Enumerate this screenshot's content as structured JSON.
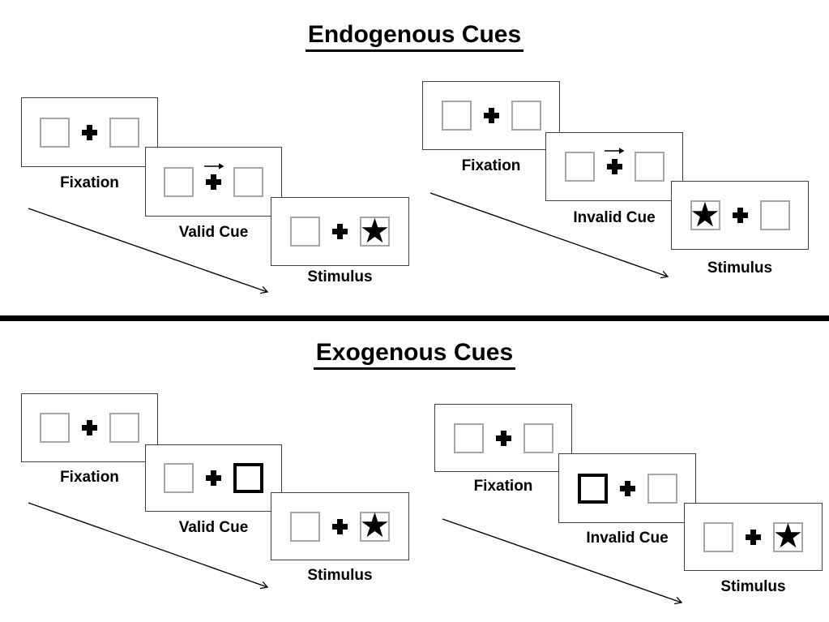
{
  "sections": [
    {
      "title": "Endogenous Cues",
      "sequences": [
        {
          "type": "valid",
          "cue_style": "central-arrow-right",
          "target_side": "right",
          "panels": [
            {
              "label": "Fixation"
            },
            {
              "label": "Valid Cue"
            },
            {
              "label": "Stimulus"
            }
          ]
        },
        {
          "type": "invalid",
          "cue_style": "central-arrow-right",
          "target_side": "left",
          "panels": [
            {
              "label": "Fixation"
            },
            {
              "label": "Invalid Cue"
            },
            {
              "label": "Stimulus"
            }
          ]
        }
      ]
    },
    {
      "title": "Exogenous Cues",
      "sequences": [
        {
          "type": "valid",
          "cue_style": "peripheral-thick-box-right",
          "target_side": "right",
          "panels": [
            {
              "label": "Fixation"
            },
            {
              "label": "Valid Cue"
            },
            {
              "label": "Stimulus"
            }
          ]
        },
        {
          "type": "invalid",
          "cue_style": "peripheral-thick-box-left",
          "target_side": "right",
          "panels": [
            {
              "label": "Fixation"
            },
            {
              "label": "Invalid Cue"
            },
            {
              "label": "Stimulus"
            }
          ]
        }
      ]
    }
  ],
  "glyphs": {
    "star": "★"
  },
  "colors": {
    "ink": "#000000",
    "panel_border": "#404040",
    "square_border": "#a6a6a6",
    "background": "#ffffff"
  }
}
